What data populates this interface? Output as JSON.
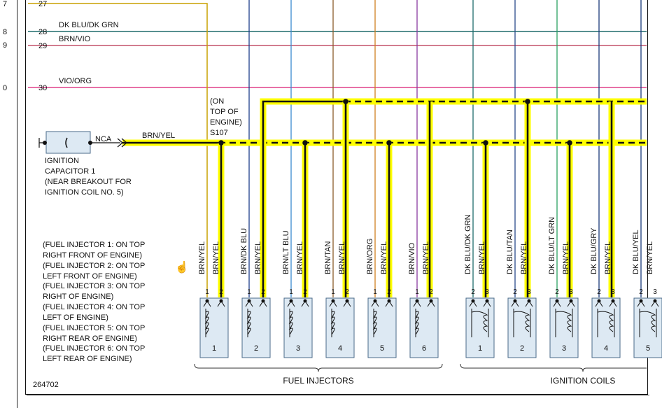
{
  "diagram_id": "264702",
  "gutter_numbers": [
    "7",
    "8",
    "9",
    "0"
  ],
  "bus_wires": [
    {
      "num": "27",
      "label": ""
    },
    {
      "num": "28",
      "label": "DK BLU/DK GRN"
    },
    {
      "num": "29",
      "label": "BRN/VIO"
    },
    {
      "num": "30",
      "label": "VIO/ORG"
    }
  ],
  "capacitor": {
    "nca": "NCA",
    "wire": "BRN/YEL",
    "label_lines": [
      "IGNITION",
      "CAPACITOR 1",
      "(NEAR BREAKOUT FOR",
      "IGNITION COIL NO. 5)"
    ]
  },
  "splice": {
    "lines": [
      "(ON",
      "TOP OF",
      "ENGINE)",
      "S107"
    ]
  },
  "injector_notes": [
    "(FUEL INJECTOR 1: ON TOP",
    "RIGHT FRONT OF ENGINE)",
    "(FUEL INJECTOR 2: ON TOP",
    "LEFT FRONT OF ENGINE)",
    "(FUEL INJECTOR 3: ON TOP",
    "RIGHT OF ENGINE)",
    "(FUEL INJECTOR 4: ON TOP",
    "LEFT OF ENGINE)",
    "(FUEL INJECTOR 5: ON TOP",
    "RIGHT REAR OF ENGINE)",
    "(FUEL INJECTOR 6: ON TOP",
    "LEFT REAR OF ENGINE)"
  ],
  "injectors": [
    {
      "num": "1",
      "pin1": "1",
      "pin2": "2",
      "wire1": "BRN/YEL",
      "wire2": "BRN/YEL"
    },
    {
      "num": "2",
      "pin1": "1",
      "pin2": "2",
      "wire1": "BRN/DK BLU",
      "wire2": "BRN/YEL"
    },
    {
      "num": "3",
      "pin1": "1",
      "pin2": "2",
      "wire1": "BRN/LT BLU",
      "wire2": "BRN/YEL"
    },
    {
      "num": "4",
      "pin1": "1",
      "pin2": "2",
      "wire1": "BRN/TAN",
      "wire2": "BRN/YEL"
    },
    {
      "num": "5",
      "pin1": "1",
      "pin2": "2",
      "wire1": "BRN/ORG",
      "wire2": "BRN/YEL"
    },
    {
      "num": "6",
      "pin1": "1",
      "pin2": "2",
      "wire1": "BRN/VIO",
      "wire2": "BRN/YEL"
    }
  ],
  "coils": [
    {
      "num": "1",
      "pin1": "2",
      "pin2": "3",
      "wire1": "DK BLU/DK GRN",
      "wire2": "BRN/YEL"
    },
    {
      "num": "2",
      "pin1": "2",
      "pin2": "3",
      "wire1": "DK BLU/TAN",
      "wire2": "BRN/YEL"
    },
    {
      "num": "3",
      "pin1": "2",
      "pin2": "3",
      "wire1": "DK BLU/LT GRN",
      "wire2": "BRN/YEL"
    },
    {
      "num": "4",
      "pin1": "2",
      "pin2": "3",
      "wire1": "DK BLU/GRY",
      "wire2": "BRN/YEL"
    },
    {
      "num": "5",
      "pin1": "2",
      "pin2": "3",
      "wire1": "DK BLU/YEL",
      "wire2": "BRN/YEL"
    }
  ],
  "group_labels": {
    "injectors": "FUEL INJECTORS",
    "coils": "IGNITION COILS"
  },
  "colors": {
    "highlight": "#ffff00",
    "wire_black": "#111111",
    "teal": "#1e6b6b",
    "brn_vio": "#c4506a",
    "vio_org": "#e0408a",
    "yellow_wire": "#c8a000",
    "component_fill": "#dde9f3",
    "component_stroke": "#4a6a88"
  }
}
